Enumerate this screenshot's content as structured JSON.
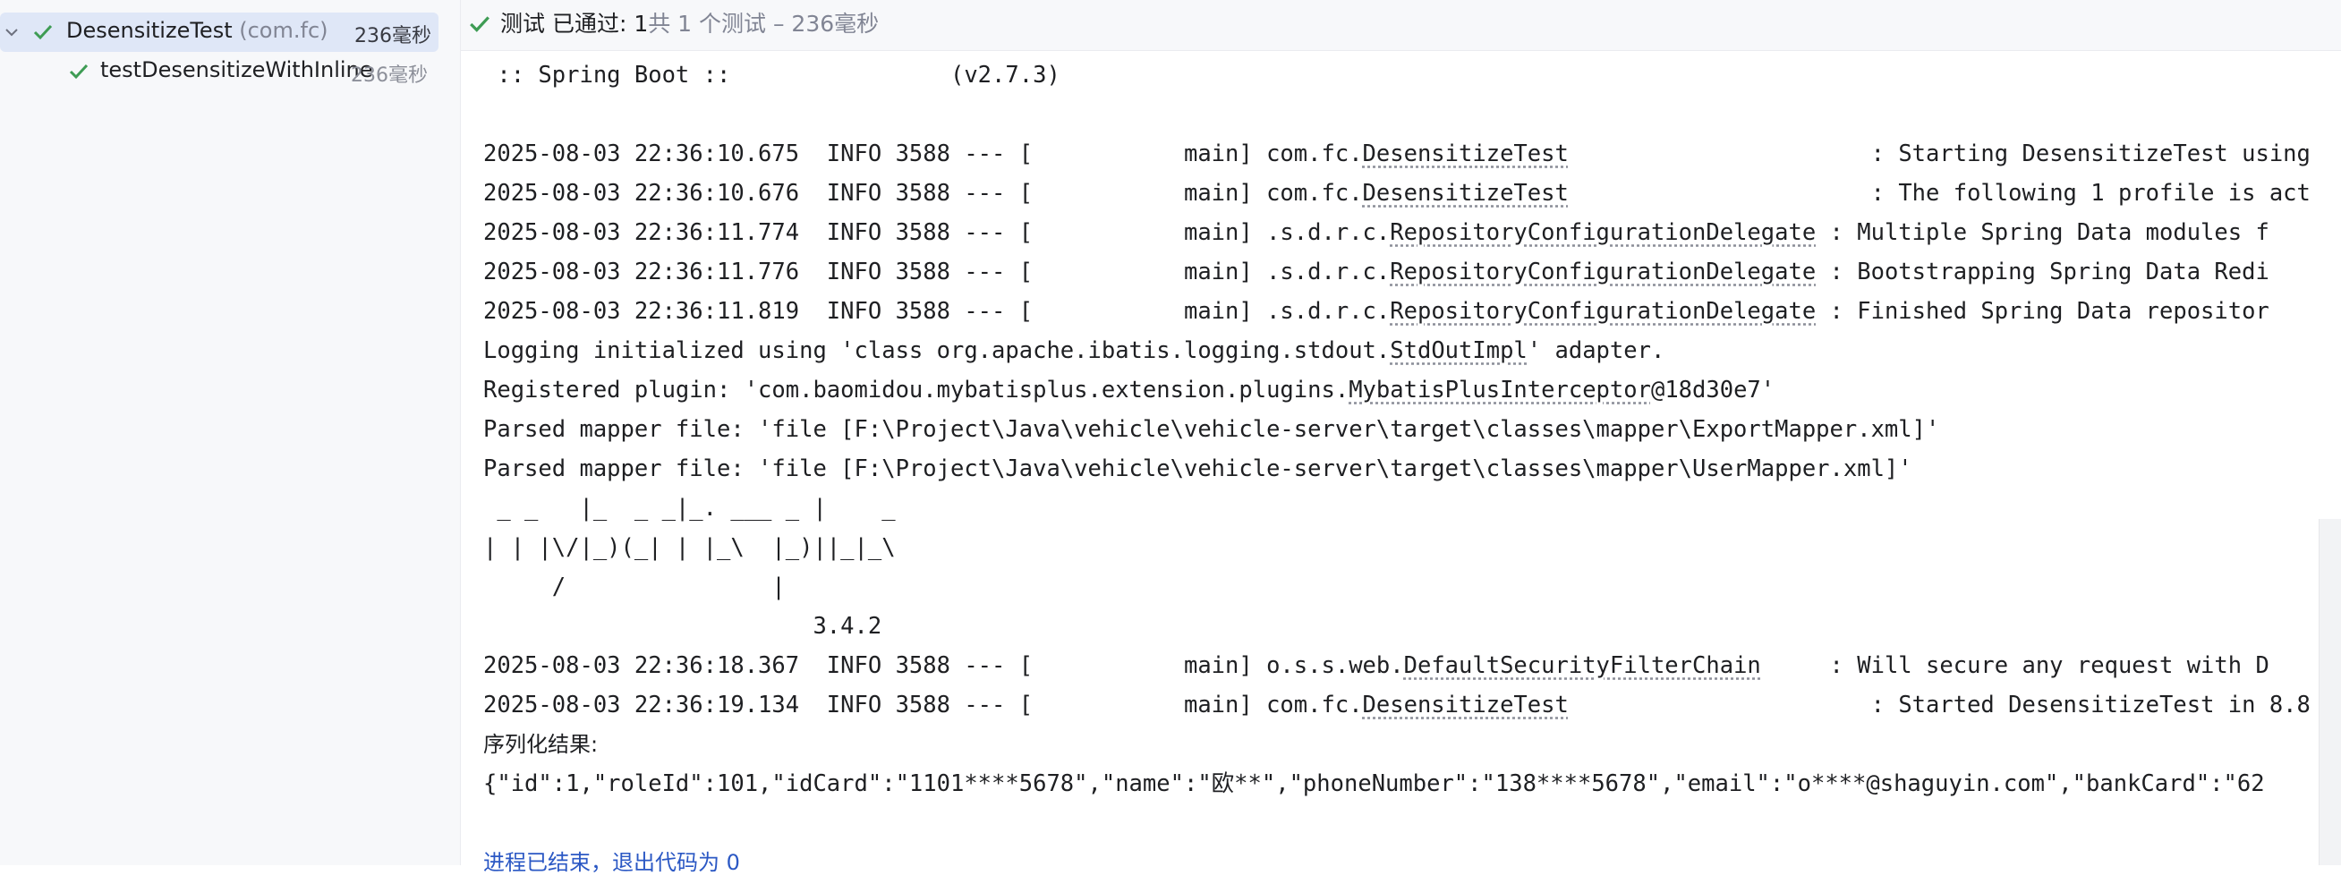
{
  "tree": {
    "root": {
      "name": "DesensitizeTest",
      "package": "(com.fc)",
      "duration": "236毫秒"
    },
    "child": {
      "name": "testDesensitizeWithInline",
      "duration": "236毫秒"
    }
  },
  "status": {
    "label": "测试 已通过:",
    "count": "1",
    "meta": "共 1 个测试 – 236毫秒"
  },
  "console": {
    "banner_version": " :: Spring Boot ::                (v2.7.3)",
    "logs": [
      {
        "prefix": "2025-08-03 22:36:10.675  INFO 3588 --- [           main] com.fc.",
        "cls": "DesensitizeTest",
        "pad": "                      ",
        "msg": ": Starting DesensitizeTest using"
      },
      {
        "prefix": "2025-08-03 22:36:10.676  INFO 3588 --- [           main] com.fc.",
        "cls": "DesensitizeTest",
        "pad": "                      ",
        "msg": ": The following 1 profile is act"
      },
      {
        "prefix": "2025-08-03 22:36:11.774  INFO 3588 --- [           main] .s.d.r.c.",
        "cls": "RepositoryConfigurationDelegate",
        "pad": " ",
        "msg": ": Multiple Spring Data modules f"
      },
      {
        "prefix": "2025-08-03 22:36:11.776  INFO 3588 --- [           main] .s.d.r.c.",
        "cls": "RepositoryConfigurationDelegate",
        "pad": " ",
        "msg": ": Bootstrapping Spring Data Redi"
      },
      {
        "prefix": "2025-08-03 22:36:11.819  INFO 3588 --- [           main] .s.d.r.c.",
        "cls": "RepositoryConfigurationDelegate",
        "pad": " ",
        "msg": ": Finished Spring Data repositor"
      }
    ],
    "logging_pre": "Logging initialized using 'class org.apache.ibatis.logging.stdout.",
    "logging_cls": "StdOutImpl",
    "logging_post": "' adapter.",
    "plugin_pre": "Registered plugin: 'com.baomidou.mybatisplus.extension.plugins.",
    "plugin_cls": "MybatisPlusInterceptor",
    "plugin_post": "@18d30e7'",
    "parsed1": "Parsed mapper file: 'file [F:\\Project\\Java\\vehicle\\vehicle-server\\target\\classes\\mapper\\ExportMapper.xml]'",
    "parsed2": "Parsed mapper file: 'file [F:\\Project\\Java\\vehicle\\vehicle-server\\target\\classes\\mapper\\UserMapper.xml]'",
    "ascii1": " _ _   |_  _ _|_. ___ _ |    _",
    "ascii2": "| | |\\/|_)(_| | |_\\  |_)||_|_\\",
    "ascii3": "     /               |",
    "ascii4": "                        3.4.2",
    "logs2": [
      {
        "prefix": "2025-08-03 22:36:18.367  INFO 3588 --- [           main] o.s.s.web.",
        "cls": "DefaultSecurityFilterChain",
        "pad": "     ",
        "msg": ": Will secure any request with D"
      },
      {
        "prefix": "2025-08-03 22:36:19.134  INFO 3588 --- [           main] com.fc.",
        "cls": "DesensitizeTest",
        "pad": "                      ",
        "msg": ": Started DesensitizeTest in 8.8"
      }
    ],
    "serialize_label": "序列化结果:",
    "json_line": "{\"id\":1,\"roleId\":101,\"idCard\":\"1101****5678\",\"name\":\"欧**\",\"phoneNumber\":\"138****5678\",\"email\":\"o****@shaguyin.com\",\"bankCard\":\"62",
    "exit_line": "进程已结束，退出代码为 0"
  },
  "colors": {
    "check": "#3e9c54",
    "selected": "#dfe7f7",
    "link": "#2b58c4"
  }
}
